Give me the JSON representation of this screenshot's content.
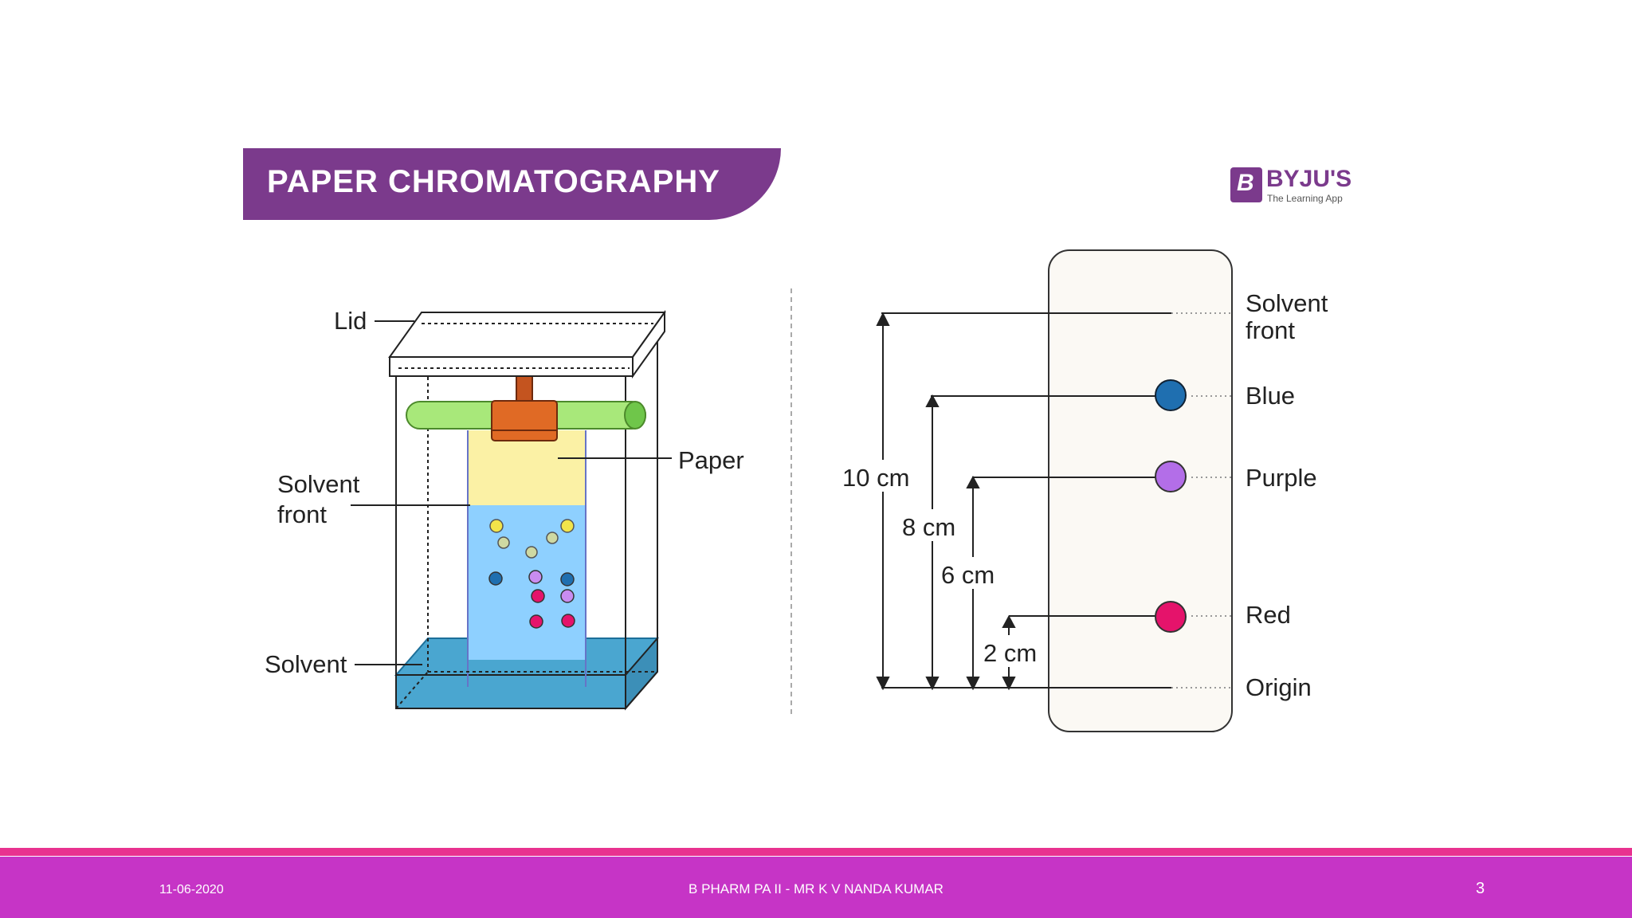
{
  "header": {
    "title": "PAPER CHROMATOGRAPHY"
  },
  "logo": {
    "name": "BYJU'S",
    "tagline": "The Learning App",
    "letter": "B"
  },
  "apparatus": {
    "lid_label": "Lid",
    "paper_label": "Paper",
    "solvent_front_line1": "Solvent",
    "solvent_front_line2": "front",
    "solvent_label": "Solvent"
  },
  "strip": {
    "solvent_front_line1": "Solvent",
    "solvent_front_line2": "front",
    "spots": [
      {
        "name": "Blue",
        "distance": "8 cm",
        "color": "#1f6fb0"
      },
      {
        "name": "Purple",
        "distance": "6 cm",
        "color": "#b36ee8"
      },
      {
        "name": "Red",
        "distance": "2 cm",
        "color": "#e5136b"
      }
    ],
    "solvent_distance": "10 cm",
    "origin_label": "Origin"
  },
  "footer": {
    "date": "11-06-2020",
    "presenter": "B PHARM PA II - MR K V NANDA KUMAR",
    "page": "3"
  },
  "colors": {
    "banner": "#7b3a8c",
    "footer": "#c634c6",
    "footer_accent": "#e8328f"
  }
}
